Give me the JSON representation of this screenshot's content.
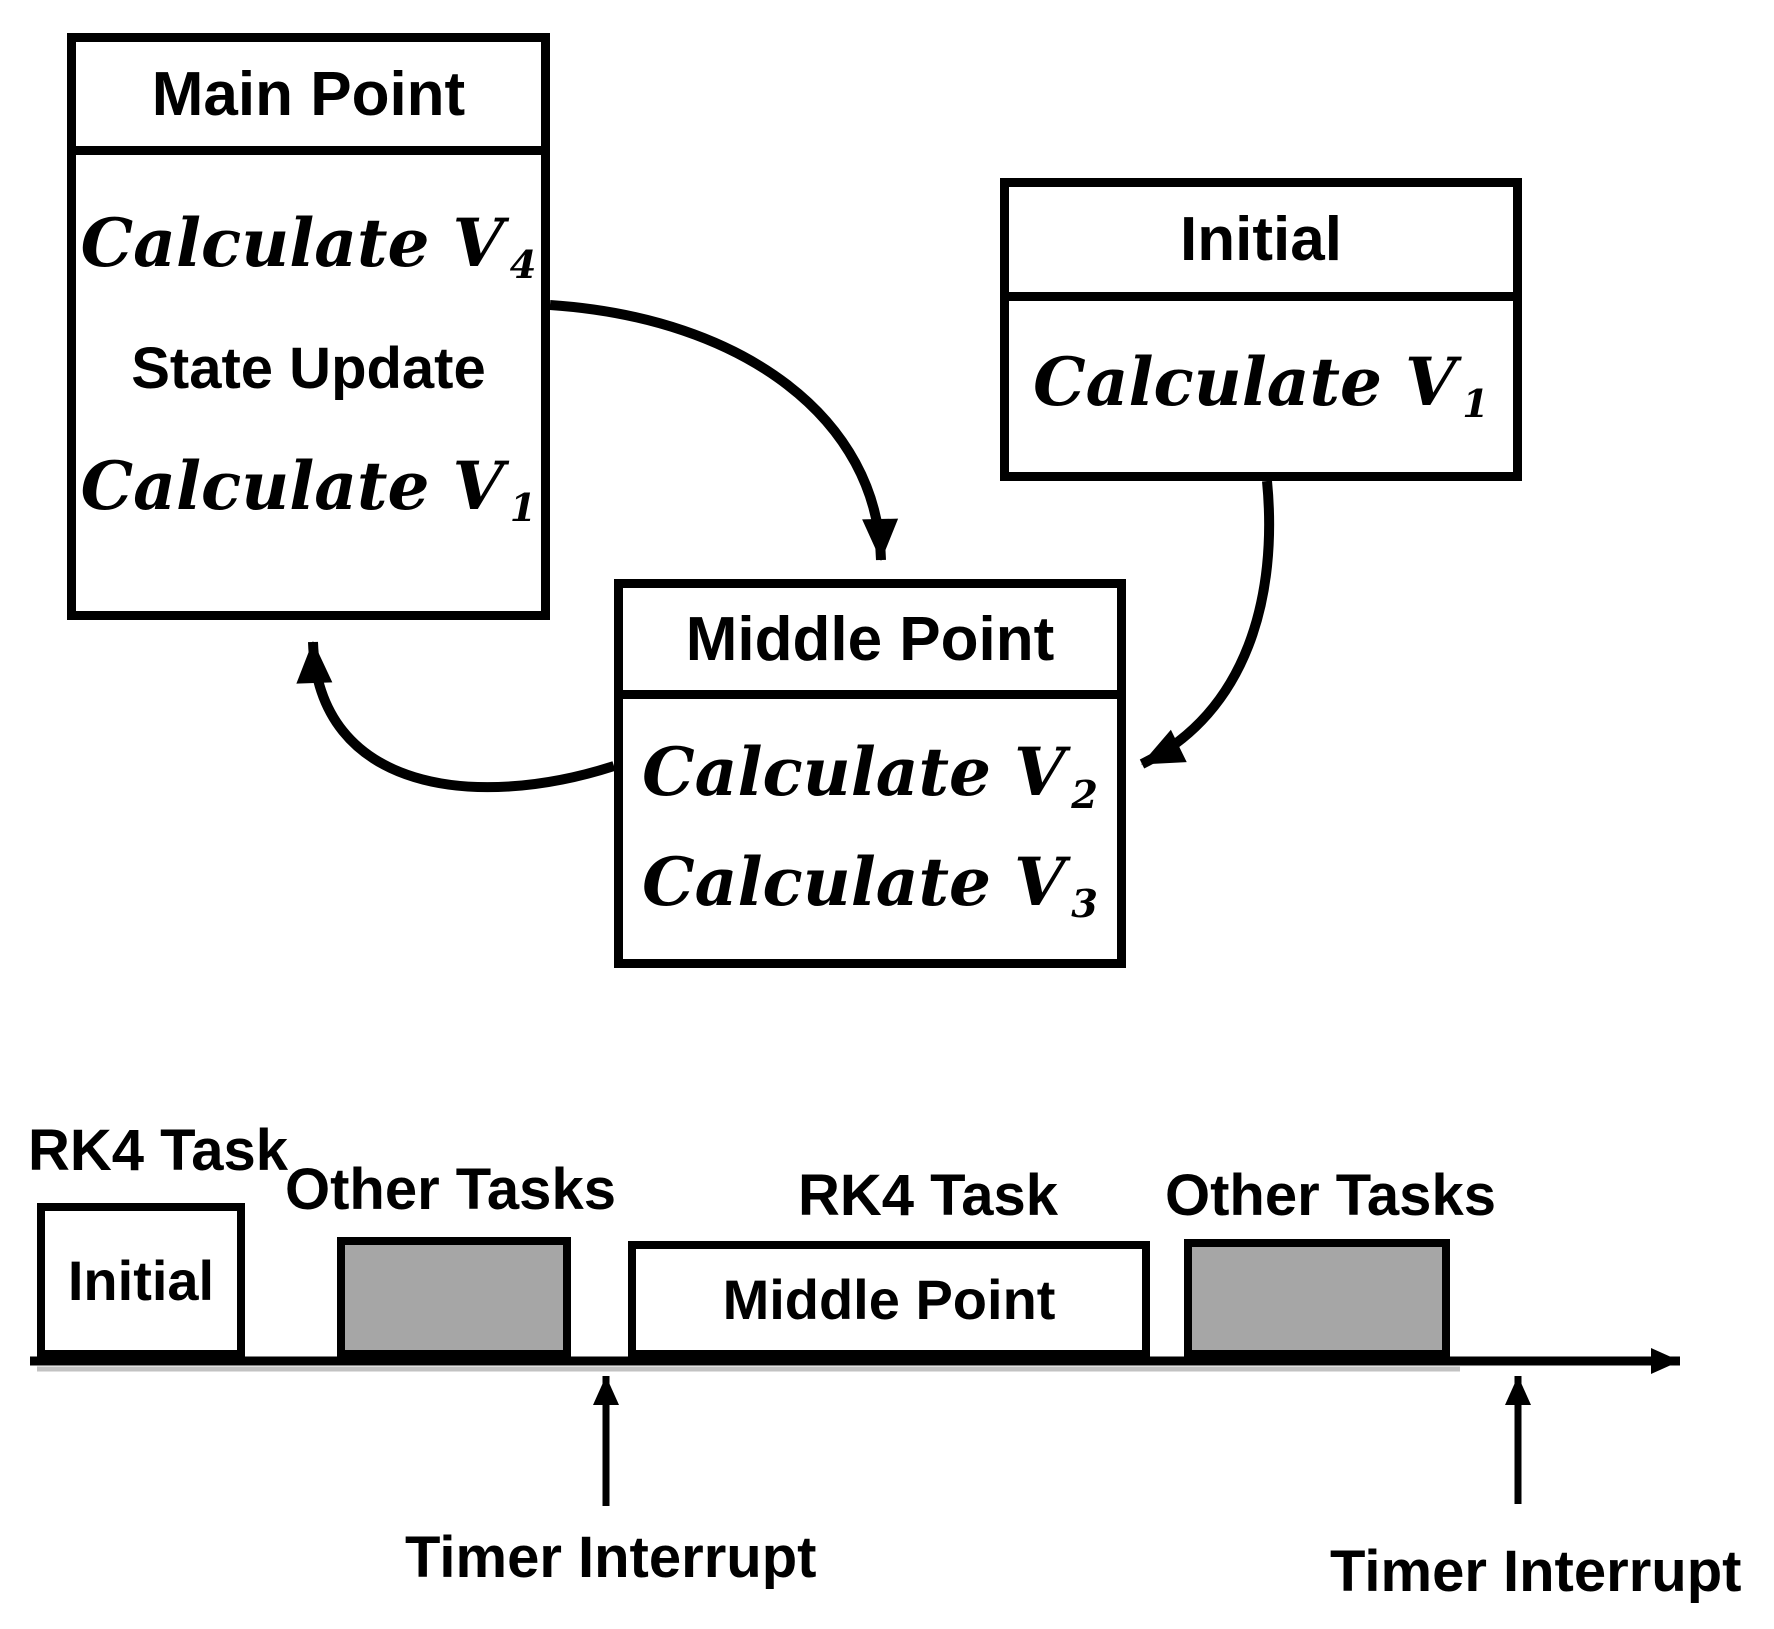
{
  "colors": {
    "ink": "#000000",
    "background": "#ffffff",
    "gray_box_fill": "#a6a6a6"
  },
  "diagram": {
    "main_point": {
      "title": "Main Point",
      "rows": [
        {
          "base": "Calculate V",
          "sub": "4"
        },
        {
          "base": "State Update",
          "sub": ""
        },
        {
          "base": "Calculate V",
          "sub": "1"
        }
      ]
    },
    "initial": {
      "title": "Initial",
      "rows": [
        {
          "base": "Calculate V",
          "sub": "1"
        }
      ]
    },
    "middle_point": {
      "title": "Middle Point",
      "rows": [
        {
          "base": "Calculate V",
          "sub": "2"
        },
        {
          "base": "Calculate V",
          "sub": "3"
        }
      ]
    }
  },
  "timeline": {
    "label_rk4_1": "RK4 Task",
    "label_other_1": "Other Tasks",
    "label_rk4_2": "RK4 Task",
    "label_other_2": "Other Tasks",
    "box_initial": "Initial",
    "box_middle": "Middle Point",
    "timer_interrupt_1": "Timer Interrupt",
    "timer_interrupt_2": "Timer Interrupt"
  }
}
